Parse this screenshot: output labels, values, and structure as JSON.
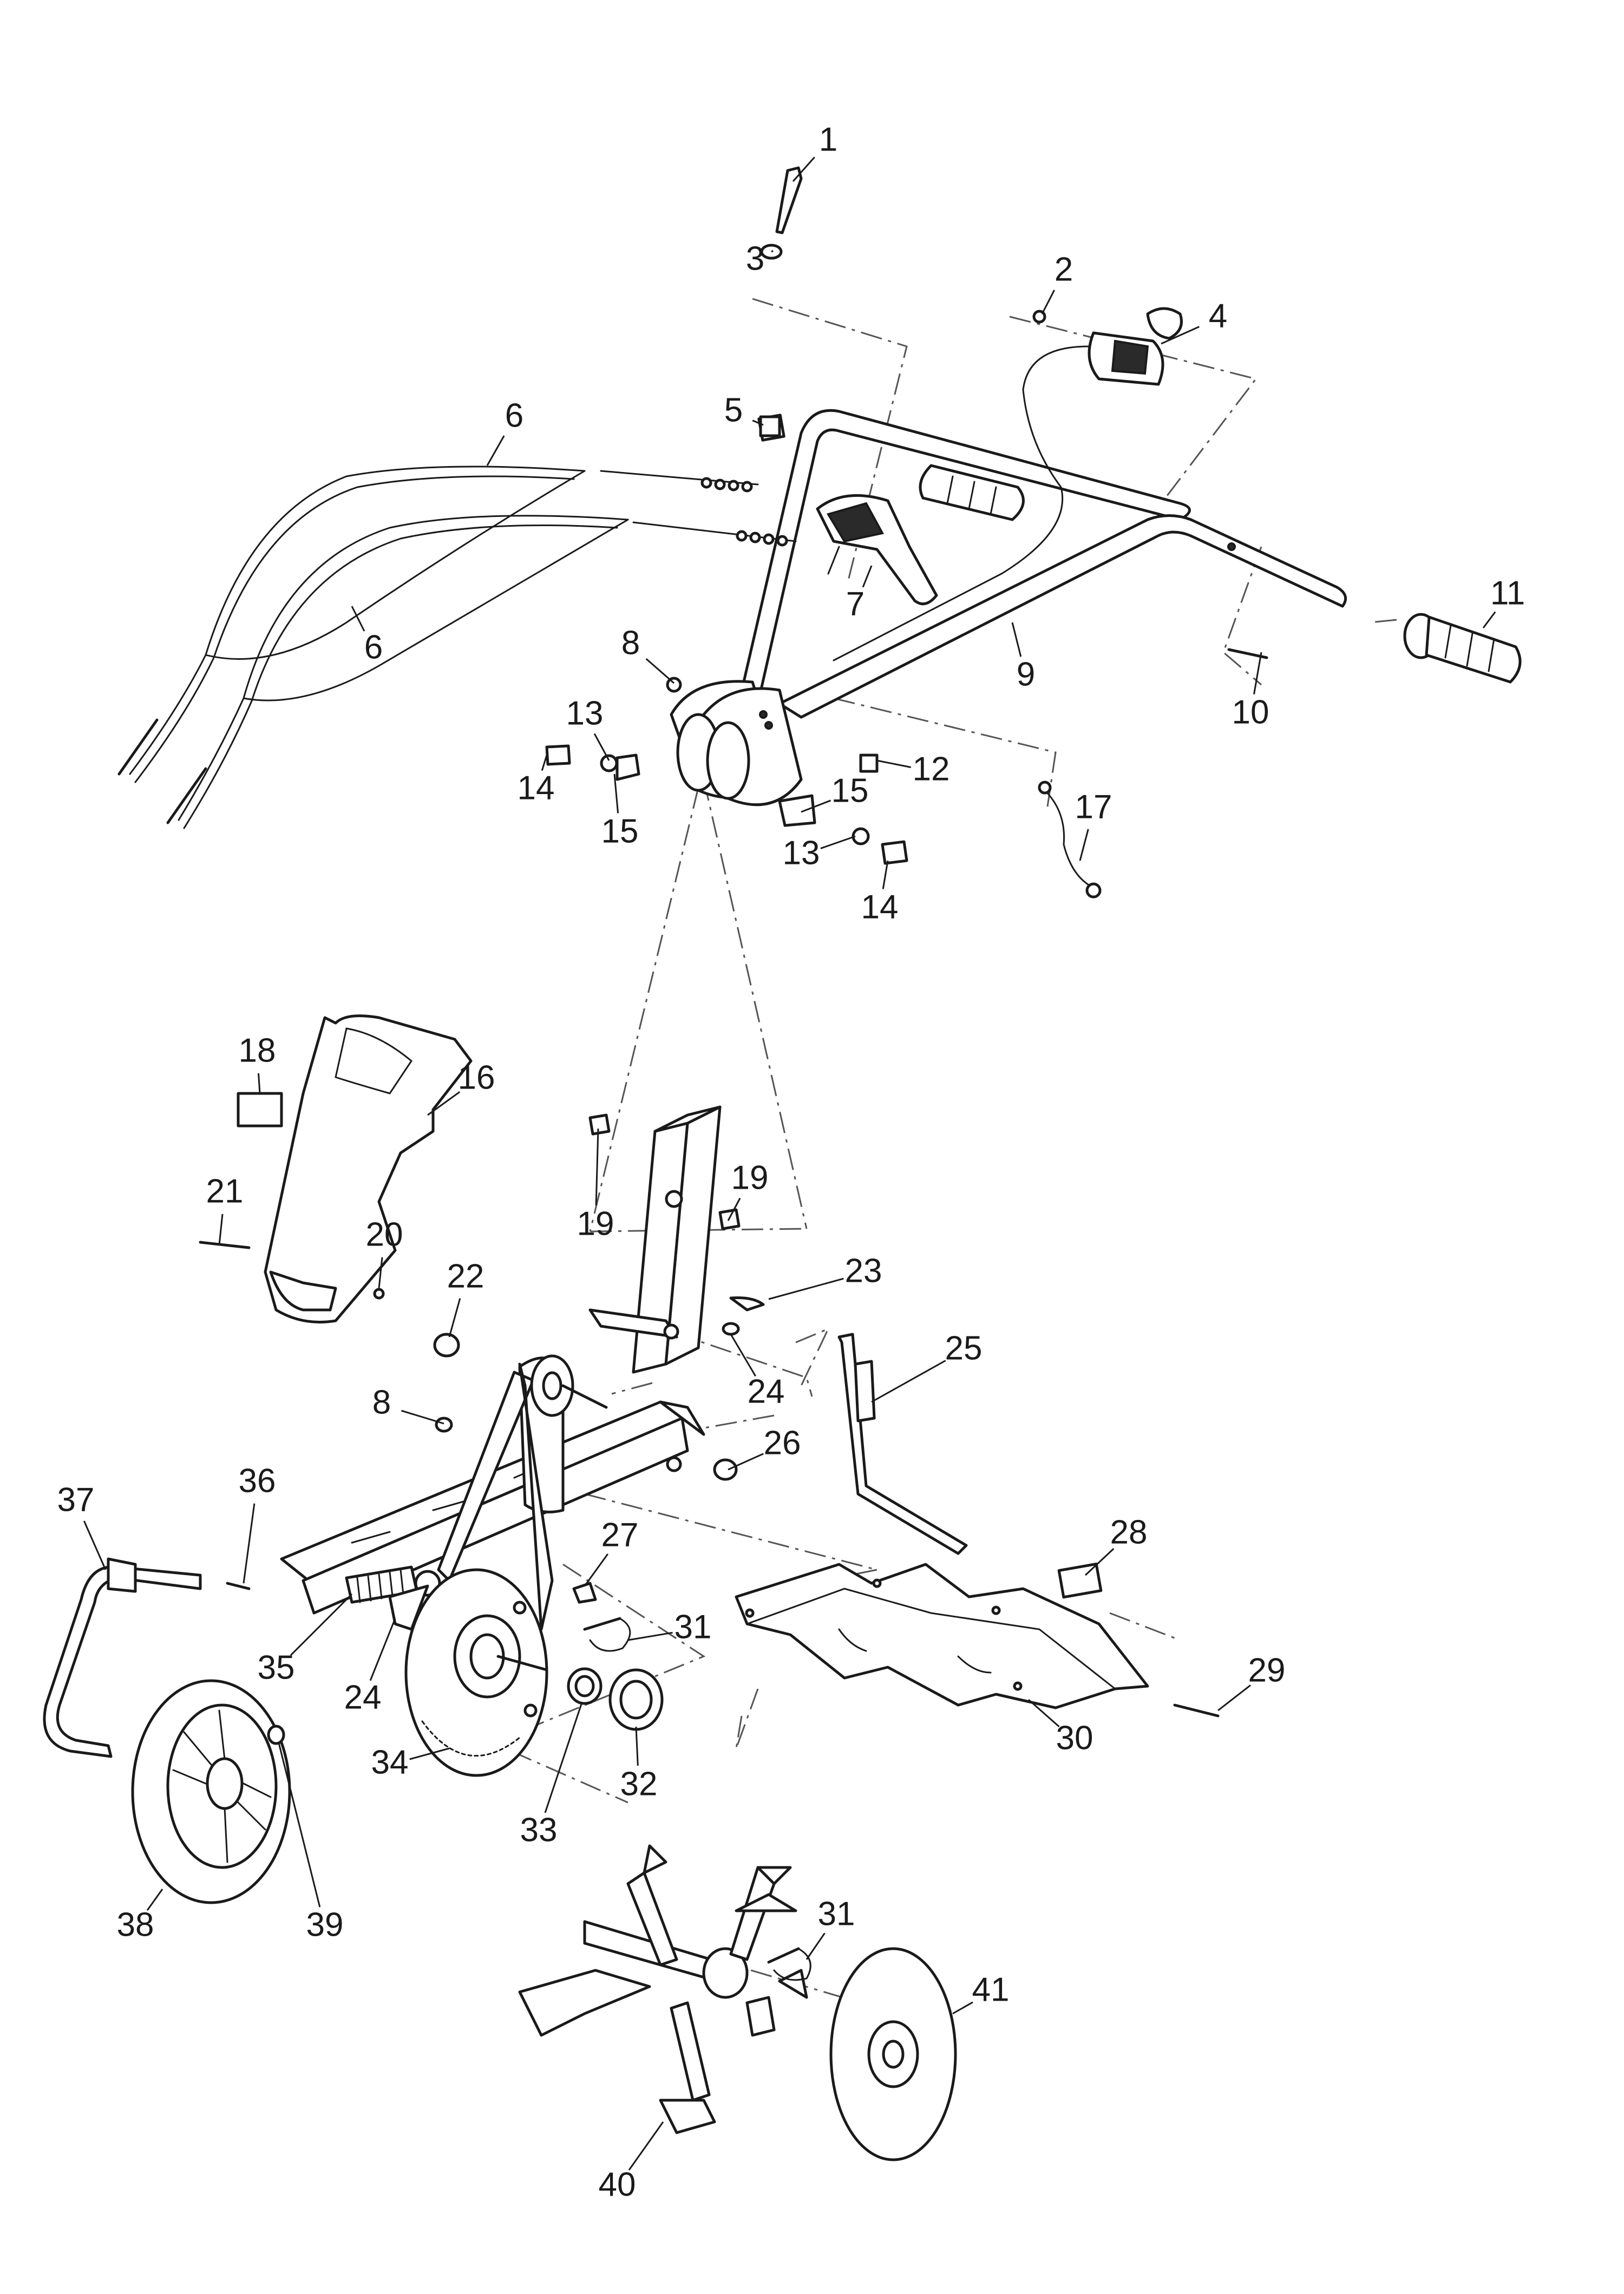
{
  "diagram": {
    "type": "exploded-parts-diagram",
    "callouts": [
      {
        "num": "1"
      },
      {
        "num": "2"
      },
      {
        "num": "3"
      },
      {
        "num": "4"
      },
      {
        "num": "5"
      },
      {
        "num": "6"
      },
      {
        "num": "6"
      },
      {
        "num": "7"
      },
      {
        "num": "8"
      },
      {
        "num": "8"
      },
      {
        "num": "9"
      },
      {
        "num": "10"
      },
      {
        "num": "11"
      },
      {
        "num": "12"
      },
      {
        "num": "13"
      },
      {
        "num": "13"
      },
      {
        "num": "14"
      },
      {
        "num": "14"
      },
      {
        "num": "15"
      },
      {
        "num": "15"
      },
      {
        "num": "16"
      },
      {
        "num": "17"
      },
      {
        "num": "18"
      },
      {
        "num": "19"
      },
      {
        "num": "19"
      },
      {
        "num": "20"
      },
      {
        "num": "21"
      },
      {
        "num": "22"
      },
      {
        "num": "23"
      },
      {
        "num": "24"
      },
      {
        "num": "24"
      },
      {
        "num": "25"
      },
      {
        "num": "26"
      },
      {
        "num": "27"
      },
      {
        "num": "28"
      },
      {
        "num": "29"
      },
      {
        "num": "30"
      },
      {
        "num": "31"
      },
      {
        "num": "31"
      },
      {
        "num": "32"
      },
      {
        "num": "33"
      },
      {
        "num": "34"
      },
      {
        "num": "35"
      },
      {
        "num": "36"
      },
      {
        "num": "37"
      },
      {
        "num": "38"
      },
      {
        "num": "39"
      },
      {
        "num": "40"
      },
      {
        "num": "41"
      }
    ]
  },
  "colors": {
    "line": "#1a1a1a",
    "background": "#ffffff"
  }
}
